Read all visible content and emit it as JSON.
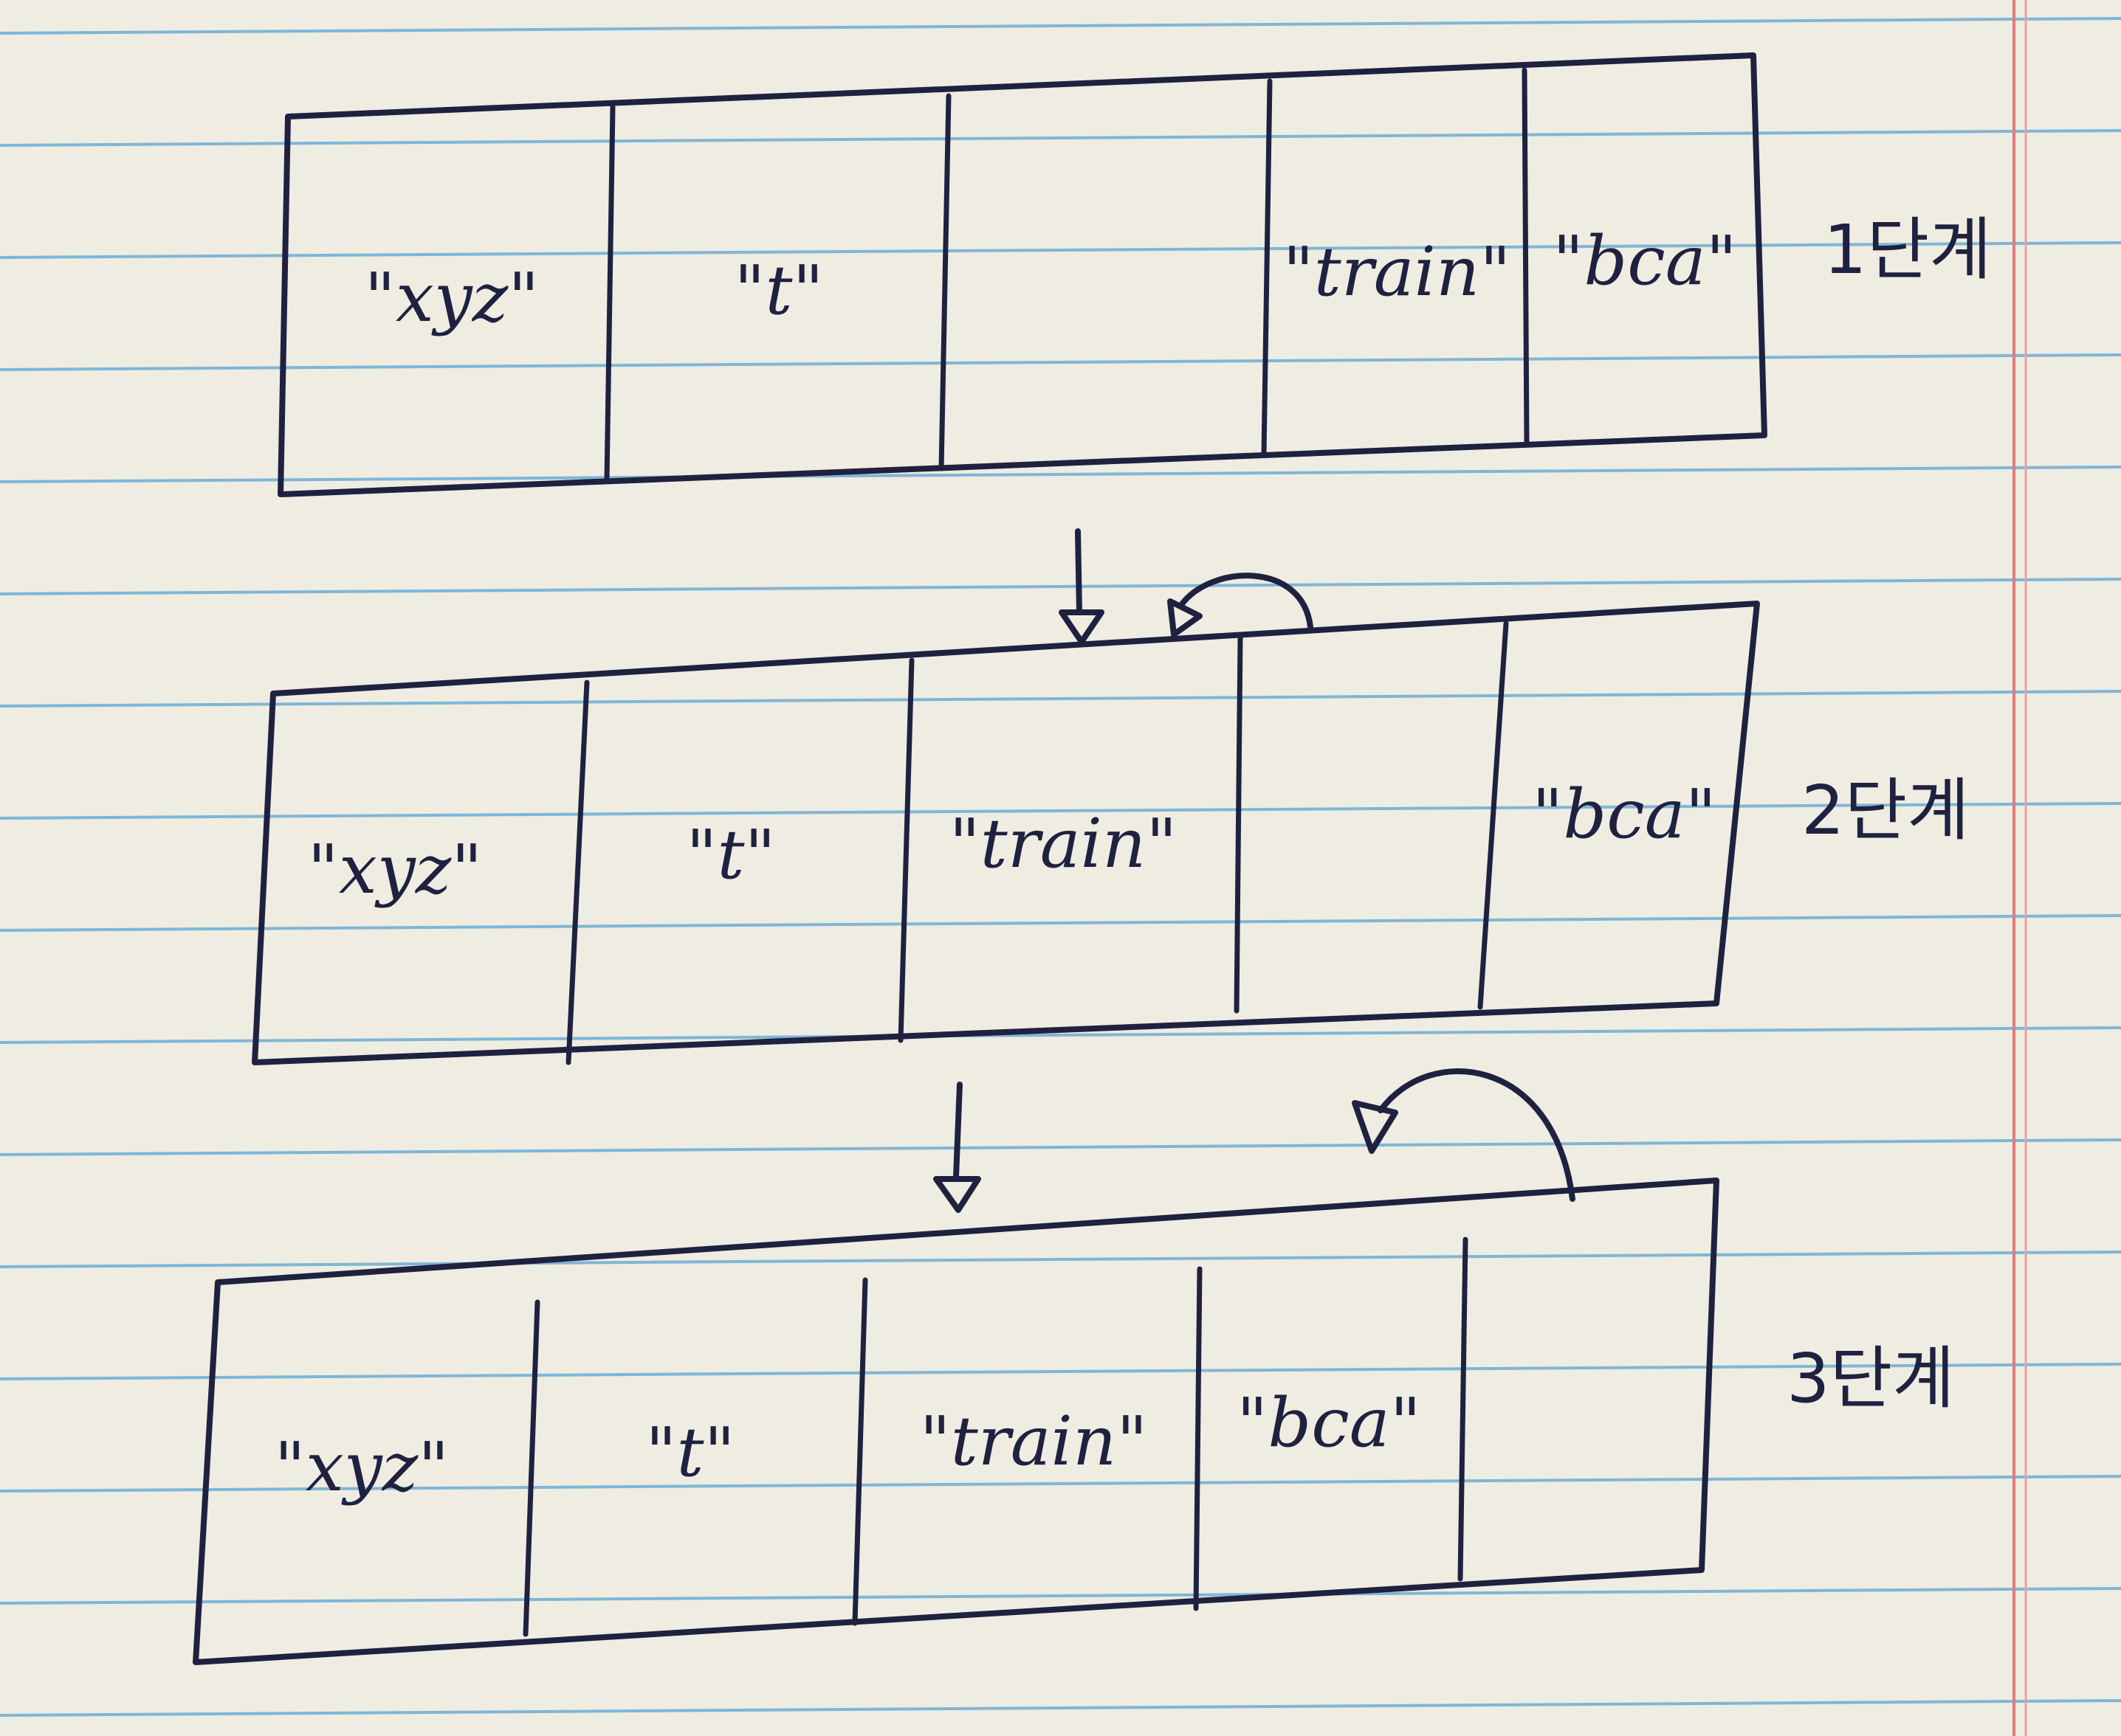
{
  "stages": [
    {
      "label": "1단계",
      "cells": [
        "\"xyz\"",
        "\"t\"",
        "",
        "\"train\"",
        "\"bca\""
      ]
    },
    {
      "label": "2단계",
      "cells": [
        "\"xyz\"",
        "\"t\"",
        "\"train\"",
        "",
        "\"bca\""
      ]
    },
    {
      "label": "3단계",
      "cells": [
        "\"xyz\"",
        "\"t\"",
        "\"train\"",
        "\"bca\"",
        ""
      ]
    }
  ],
  "colors": {
    "paper": "#efece2",
    "rule_line": "#7fb6d6",
    "margin_line": "#e07b7b",
    "ink": "#1f2140"
  }
}
